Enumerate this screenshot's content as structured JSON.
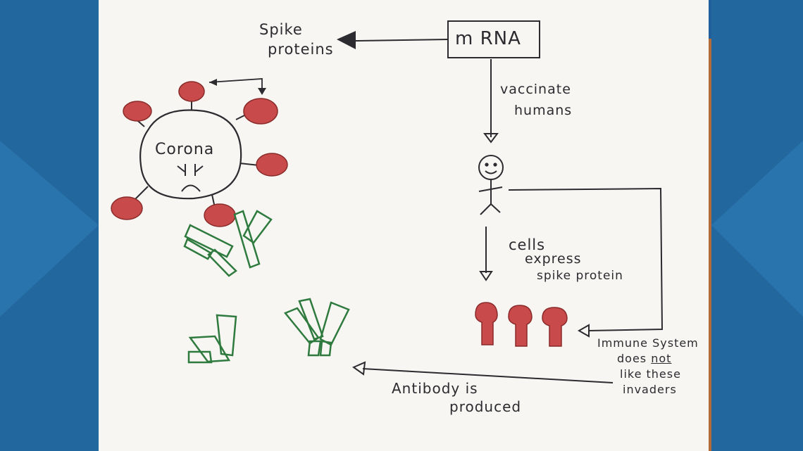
{
  "diagram": {
    "mrna_box": "m RNA",
    "spike_line1": "Spike",
    "spike_line2": "proteins",
    "vaccinate_line1": "vaccinate",
    "vaccinate_line2": "humans",
    "corona": "Corona",
    "cells_line1": "cells",
    "cells_line2": "express",
    "cells_line3": "spike protein",
    "immune_line1": "Immune System",
    "immune_line2a": "does",
    "immune_line2b": "not",
    "immune_line3": "like these",
    "immune_line4": "invaders",
    "antibody_line1": "Antibody is",
    "antibody_line2": "produced"
  },
  "colors": {
    "frame_blue": "#1f5f9e",
    "paper": "#f7f6f2",
    "ink": "#2b2b30",
    "spike_red": "#c84a4a",
    "antibody_green": "#2f7a3e"
  }
}
